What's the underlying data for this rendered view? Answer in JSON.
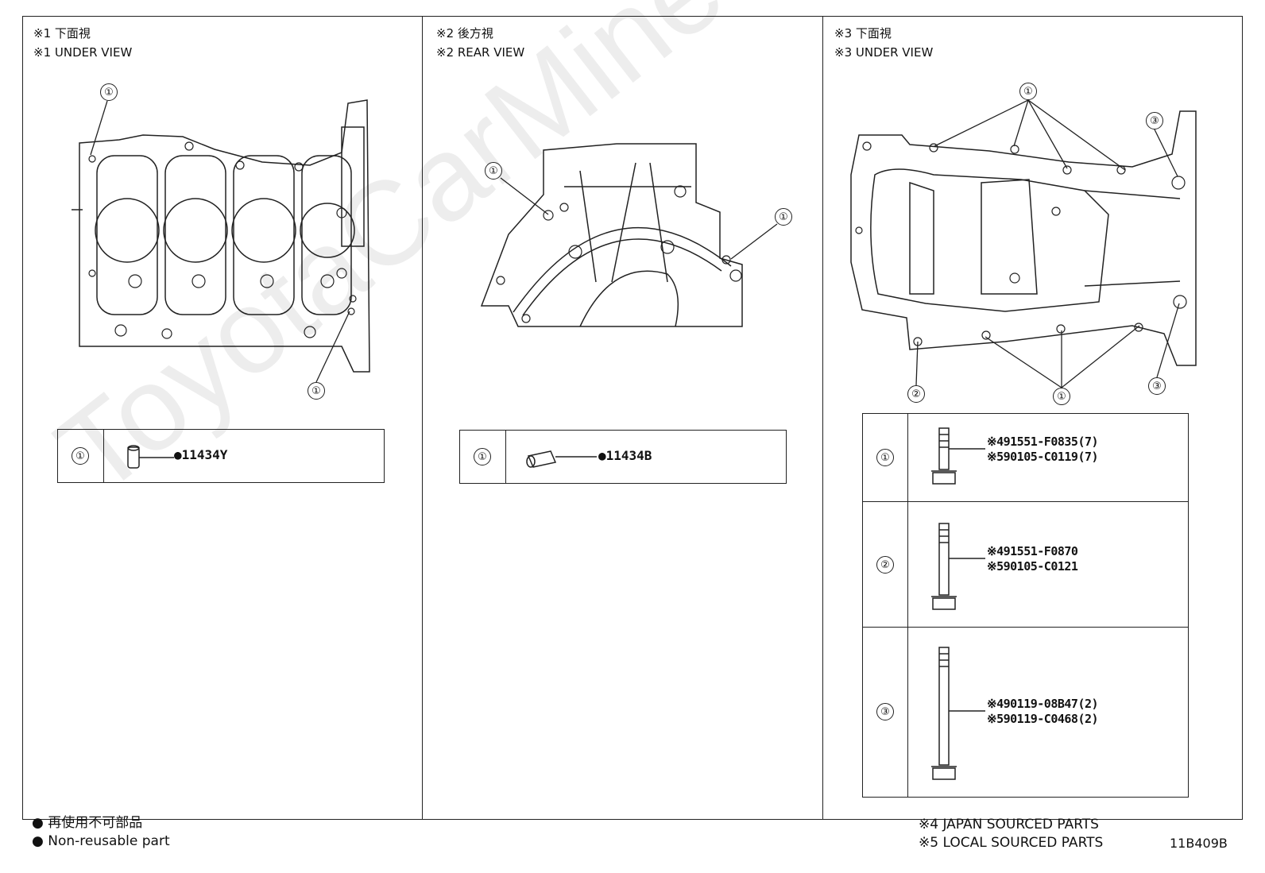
{
  "panels": [
    {
      "title_jp": "※1 下面視",
      "title_en": "※1 UNDER VIEW",
      "callout": "①",
      "part": "●11434Y"
    },
    {
      "title_jp": "※2 後方視",
      "title_en": "※2 REAR VIEW",
      "callout": "①",
      "part": "●11434B"
    },
    {
      "title_jp": "※3 下面視",
      "title_en": "※3 UNDER VIEW"
    }
  ],
  "bolts": [
    {
      "callout": "①",
      "line1": "※491551-F0835(7)",
      "line2": "※590105-C0119(7)"
    },
    {
      "callout": "②",
      "line1": "※491551-F0870",
      "line2": "※590105-C0121"
    },
    {
      "callout": "③",
      "line1": "※490119-08B47(2)",
      "line2": "※590119-C0468(2)"
    }
  ],
  "callouts": {
    "one": "①",
    "two": "②",
    "three": "③"
  },
  "legend": {
    "jp": "● 再使用不可部品",
    "en": "● Non-reusable part",
    "note4": "※4 JAPAN SOURCED PARTS",
    "note5": "※5 LOCAL SOURCED PARTS"
  },
  "code": "11B409B",
  "watermark": "ToyotaCarMine.ru"
}
